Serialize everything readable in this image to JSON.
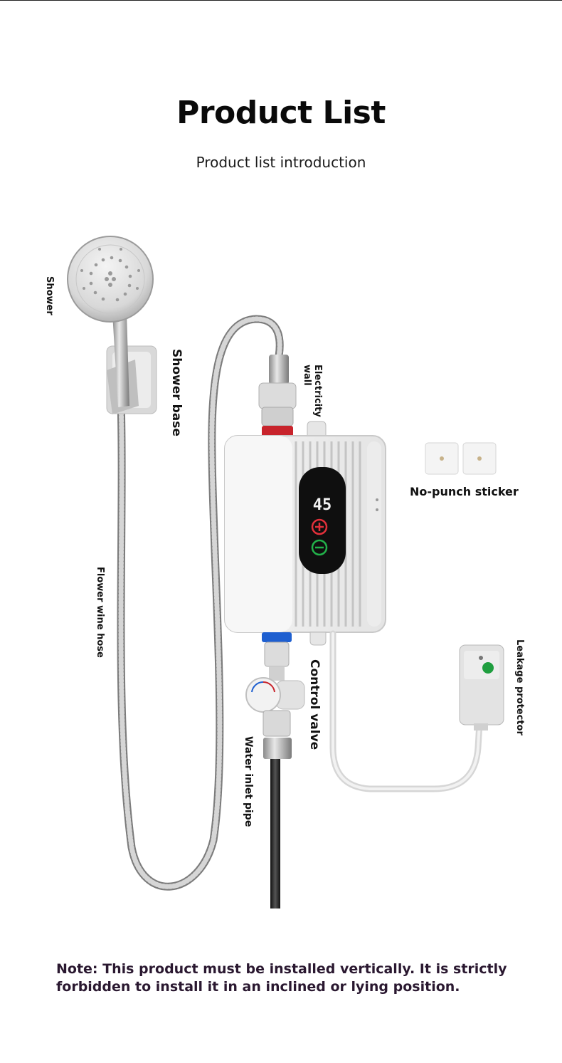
{
  "header": {
    "title": "Product List",
    "subtitle": "Product list introduction"
  },
  "labels": {
    "shower": "Shower",
    "shower_base": "Shower base",
    "electricity_wall": "Electricity wall",
    "no_punch_sticker": "No-punch sticker",
    "flower_wine_hose": "Flower wine hose",
    "control_valve": "Control valve",
    "leakage_protector": "Leakage protector",
    "water_inlet_pipe": "Water inlet pipe"
  },
  "display": {
    "temperature": "45"
  },
  "note": "Note: This product must be installed vertically. It is strictly forbidden to install it in an inclined or lying position.",
  "colors": {
    "plus_button": "#e0303a",
    "minus_button": "#22b24a",
    "hot_ring": "#c8242c",
    "cold_ring": "#1e5fd0",
    "note_text": "#2a1830"
  }
}
